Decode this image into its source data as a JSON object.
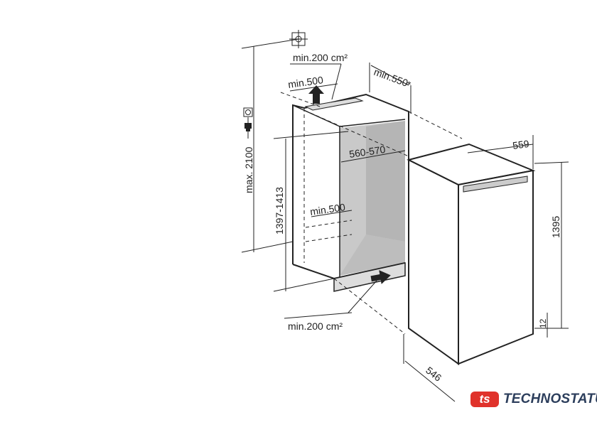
{
  "diagram": {
    "labels": {
      "vent_top": "min.200 cm²",
      "vent_bottom": "min.200 cm²",
      "depth_top_clearance": "min.500",
      "depth_bottom_clearance": "min.500",
      "door_clearance": "min.550",
      "door_clearance_note": "*",
      "niche_width": "560-570",
      "niche_height": "1397-1413",
      "max_height": "max. 2100",
      "appliance_width": "559",
      "appliance_height": "1395",
      "appliance_depth": "546",
      "plinth_gap": "12"
    },
    "icons": [
      "socket-icon",
      "plug-icon",
      "crosshair-icon"
    ]
  },
  "logo": {
    "mark": "ts",
    "text": "TECHNOSTATUS",
    "accent": "#e0322b",
    "text_color": "#2c3e5c"
  }
}
